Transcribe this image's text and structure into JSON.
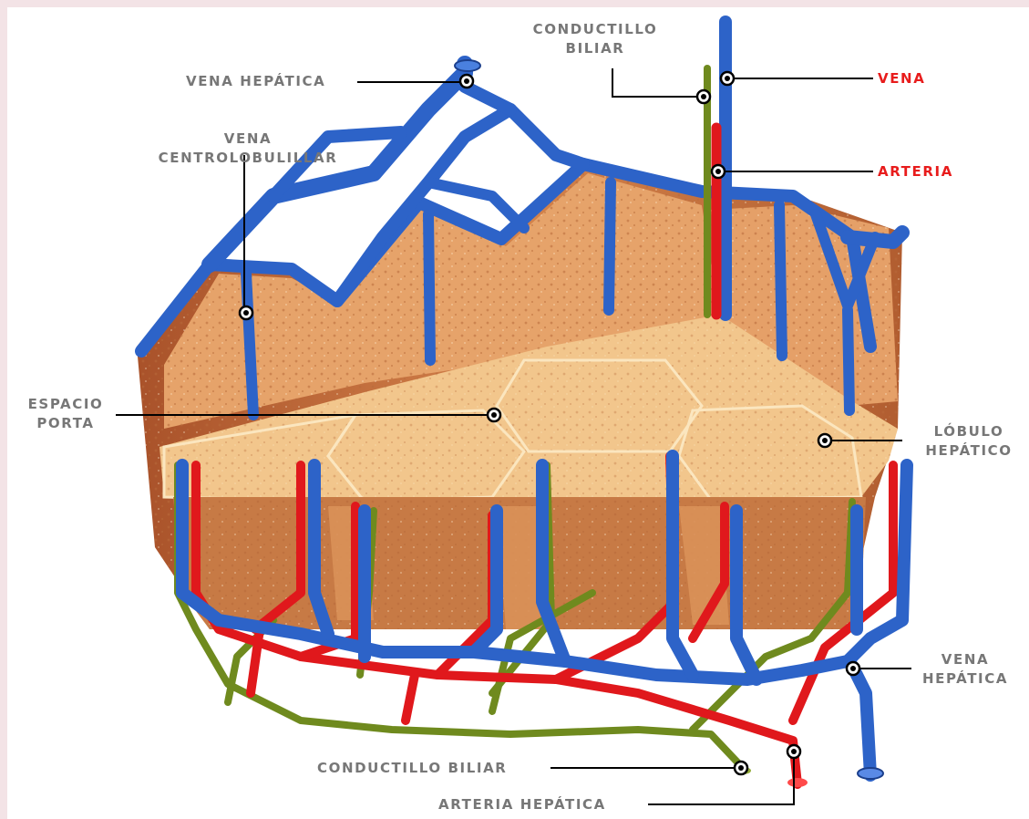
{
  "labels": {
    "vena_hepatica_top": "VENA HEPÁTICA",
    "conductillo_top_1": "CONDUCTILLO",
    "conductillo_top_2": "BILIAR",
    "vena_centro_1": "VENA",
    "vena_centro_2": "CENTROLOBULILLAR",
    "vena": "VENA",
    "arteria": "ARTERIA",
    "espacio_1": "ESPACIO",
    "espacio_2": "PORTA",
    "lobulo_1": "LÓBULO",
    "lobulo_2": "HEPÁTICO",
    "vena_hepatica_right_1": "VENA",
    "vena_hepatica_right_2": "HEPÁTICA",
    "conductillo_bottom": "CONDUCTILLO BILIAR",
    "arteria_hepatica": "ARTERIA HEPÁTICA"
  },
  "colors": {
    "background": "#f3e3e6",
    "label_text": "#777777",
    "label_highlight": "#e81c1c",
    "vein": "#2d63c8",
    "artery": "#e0181c",
    "bile_duct": "#6f8a1e",
    "tissue_top": "#f0c488",
    "tissue_side": "#c9733f"
  }
}
